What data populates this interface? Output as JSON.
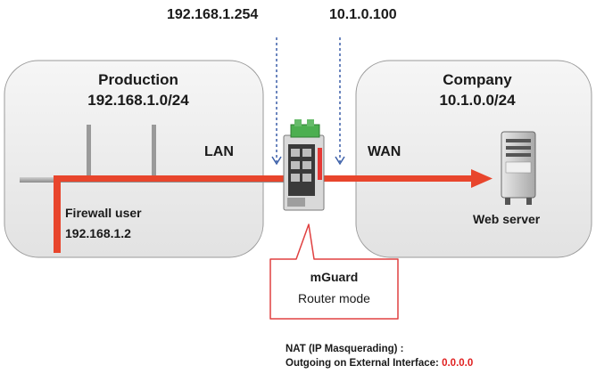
{
  "top_ips": {
    "lan_gateway": "192.168.1.254",
    "wan_ip": "10.1.0.100"
  },
  "production": {
    "title": "Production",
    "subnet": "192.168.1.0/24"
  },
  "company": {
    "title": "Company",
    "subnet": "10.1.0.0/24"
  },
  "links": {
    "lan_label": "LAN",
    "wan_label": "WAN"
  },
  "firewall_user": {
    "label": "Firewall user",
    "ip": "192.168.1.2"
  },
  "web_server": {
    "label": "Web server"
  },
  "callout": {
    "device": "mGuard",
    "mode": "Router mode"
  },
  "nat_note": {
    "line1": "NAT (IP Masquerading) :",
    "line2_prefix": "Outgoing on External Interface:",
    "line2_value": "0.0.0.0"
  },
  "colors": {
    "arrow": "#e8452c",
    "callout_border": "#e04040",
    "zone_fill": "#ececec",
    "zone_border": "#9a9a9a",
    "dashed_line": "#3b5fa8",
    "nat_value": "#e02020"
  },
  "icons": [
    "router-device-icon",
    "web-server-icon",
    "dashed-arrow-down-icon"
  ]
}
